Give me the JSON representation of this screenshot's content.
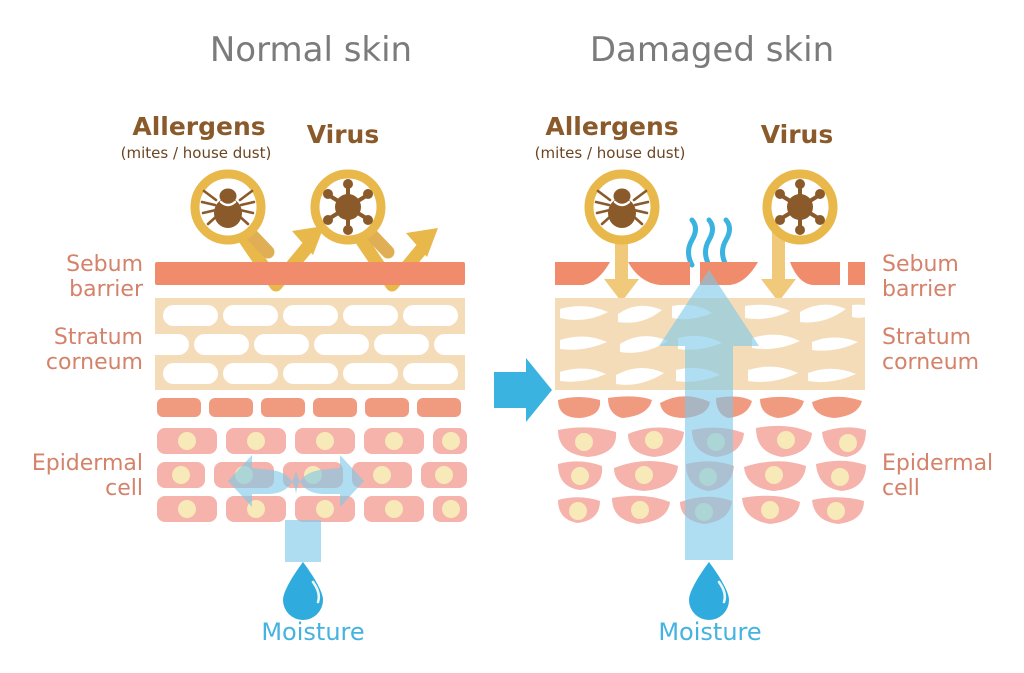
{
  "diagram": {
    "title_left": "Normal skin",
    "title_right": "Damaged skin",
    "panels": [
      {
        "id": "normal",
        "title": "Normal skin",
        "allergen_label": "Allergens",
        "allergen_sublabel": "(mites / house dust)",
        "virus_label": "Virus",
        "moisture_label": "Moisture",
        "layer_labels": {
          "sebum": "Sebum\nbarrier",
          "sebum_line1": "Sebum",
          "sebum_line2": "barrier",
          "stratum_line1": "Stratum",
          "stratum_line2": "corneum",
          "epidermal_line1": "Epidermal",
          "epidermal_line2": "cell"
        },
        "label_align": "right",
        "barrier_state": "intact",
        "allergen_path": "deflected",
        "moisture_flow": "retained-and-spreading",
        "evaporation": false
      },
      {
        "id": "damaged",
        "title": "Damaged skin",
        "allergen_label": "Allergens",
        "allergen_sublabel": "(mites / house dust)",
        "virus_label": "Virus",
        "moisture_label": "Moisture",
        "layer_labels": {
          "sebum_line1": "Sebum",
          "sebum_line2": "barrier",
          "stratum_line1": "Stratum",
          "stratum_line2": "corneum",
          "epidermal_line1": "Epidermal",
          "epidermal_line2": "cell"
        },
        "label_align": "left",
        "barrier_state": "broken",
        "allergen_path": "penetrating",
        "moisture_flow": "escaping-upward",
        "evaporation": true
      }
    ],
    "icons": {
      "mite": "mite-icon",
      "virus": "virus-icon",
      "magnifier": "magnifying-glass-icon",
      "water_drop": "water-drop-icon",
      "transition": "right-arrow-icon",
      "evaporation": "evaporation-waves-icon"
    },
    "colors": {
      "title_gray": "#7b7b7b",
      "brown_dark": "#8a5a2b",
      "brown_text": "#6b4522",
      "gold": "#e8b84b",
      "gold_light": "#f0c97a",
      "sebum_salmon": "#f08c6b",
      "stratum_tan": "#f5dcb9",
      "cell_pink": "#f5b3ab",
      "cell_salmon": "#f09a80",
      "nucleus_cream": "#f7e9b8",
      "cyan": "#3bb3e0",
      "cyan_light": "#aadcf2",
      "side_label": "#d4826a",
      "white": "#ffffff"
    }
  }
}
